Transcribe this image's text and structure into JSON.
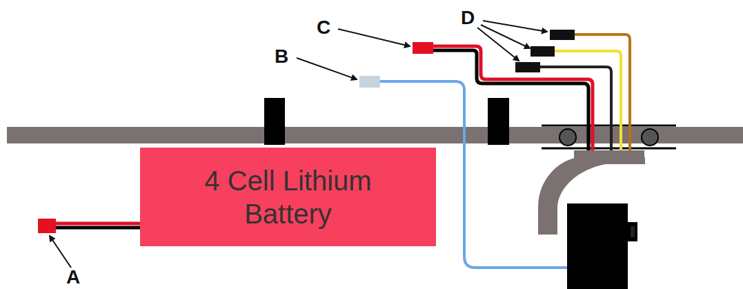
{
  "diagram": {
    "nodes": [
      {
        "text": [
          "4 Cell Lithium Battery"
        ]
      }
    ],
    "labels": [
      "D",
      "C",
      "B",
      "A"
    ]
  }
}
